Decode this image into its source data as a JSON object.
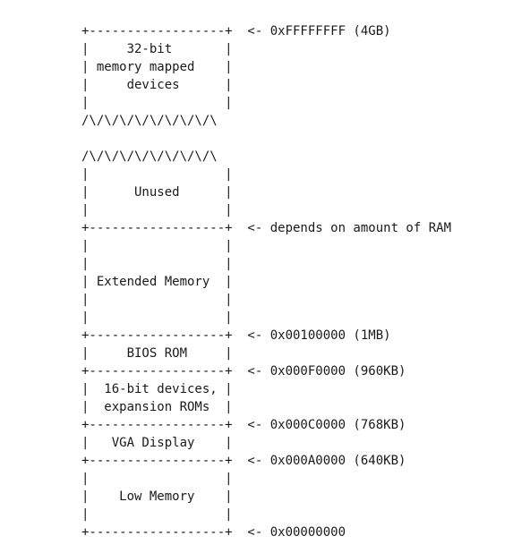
{
  "memory_map": {
    "lines": [
      "+------------------+  <- 0xFFFFFFFF (4GB)",
      "|     32-bit       |",
      "| memory mapped    |",
      "|     devices      |",
      "|                  |",
      "/\\/\\/\\/\\/\\/\\/\\/\\/\\",
      "",
      "/\\/\\/\\/\\/\\/\\/\\/\\/\\",
      "|                  |",
      "|      Unused      |",
      "|                  |",
      "+------------------+  <- depends on amount of RAM",
      "|                  |",
      "|                  |",
      "| Extended Memory  |",
      "|                  |",
      "|                  |",
      "+------------------+  <- 0x00100000 (1MB)",
      "|     BIOS ROM     |",
      "+------------------+  <- 0x000F0000 (960KB)",
      "|  16-bit devices, |",
      "|  expansion ROMs  |",
      "+------------------+  <- 0x000C0000 (768KB)",
      "|   VGA Display    |",
      "+------------------+  <- 0x000A0000 (640KB)",
      "|                  |",
      "|    Low Memory    |",
      "|                  |",
      "+------------------+  <- 0x00000000"
    ]
  }
}
